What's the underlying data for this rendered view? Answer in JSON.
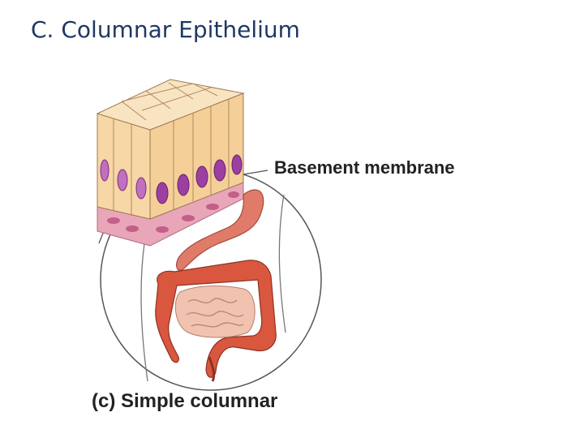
{
  "slide": {
    "title": "C. Columnar Epithelium"
  },
  "figure": {
    "labels": {
      "basement_membrane": "Basement membrane",
      "caption": "(c) Simple columnar"
    },
    "colors": {
      "title": "#1f3864",
      "cell_fill": "#f7d7a6",
      "cell_top": "#f9e4c2",
      "nucleus": "#9b3fa0",
      "membrane": "#e9a6b8",
      "colon": "#d9573f",
      "small_intestine": "#f2c2b0",
      "stomach": "#e07b6a"
    }
  }
}
